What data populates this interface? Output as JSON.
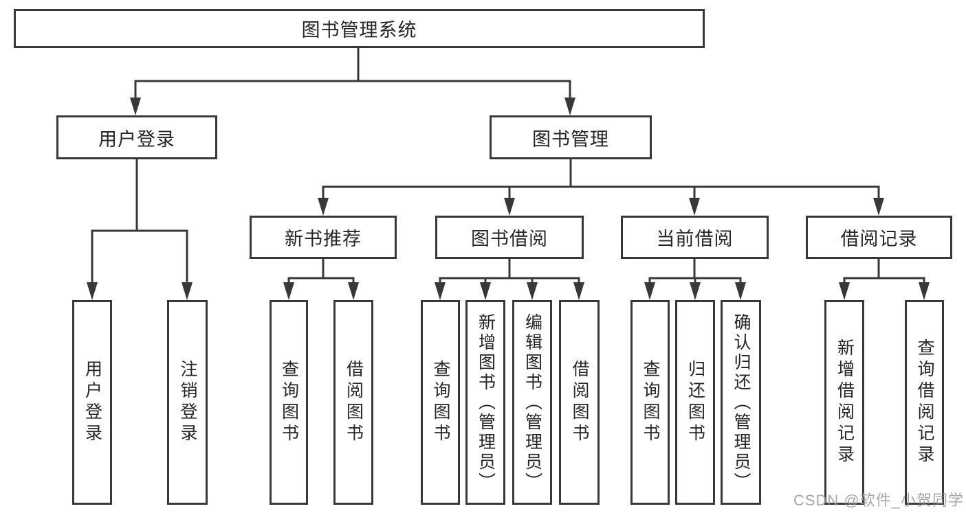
{
  "diagram": {
    "root": {
      "label": "图书管理系统"
    },
    "branches": [
      {
        "label": "用户登录",
        "children": [
          {
            "label": "用户登录"
          },
          {
            "label": "注销登录"
          }
        ]
      },
      {
        "label": "图书管理",
        "children": [
          {
            "label": "新书推荐",
            "children": [
              {
                "label": "查询图书"
              },
              {
                "label": "借阅图书"
              }
            ]
          },
          {
            "label": "图书借阅",
            "children": [
              {
                "label": "查询图书"
              },
              {
                "label": "新增图书（管理员）"
              },
              {
                "label": "编辑图书（管理员）"
              },
              {
                "label": "借阅图书"
              }
            ]
          },
          {
            "label": "当前借阅",
            "children": [
              {
                "label": "查询图书"
              },
              {
                "label": "归还图书"
              },
              {
                "label": "确认归还（管理员）"
              }
            ]
          },
          {
            "label": "借阅记录",
            "children": [
              {
                "label": "新增借阅记录"
              },
              {
                "label": "查询借阅记录"
              }
            ]
          }
        ]
      }
    ]
  },
  "watermark": {
    "text": "CSDN @软件_小贺同学"
  },
  "colors": {
    "line": "#383838",
    "box_border": "#383838",
    "text": "#262626",
    "watermark": "#9e9696",
    "background": "#ffffff"
  }
}
